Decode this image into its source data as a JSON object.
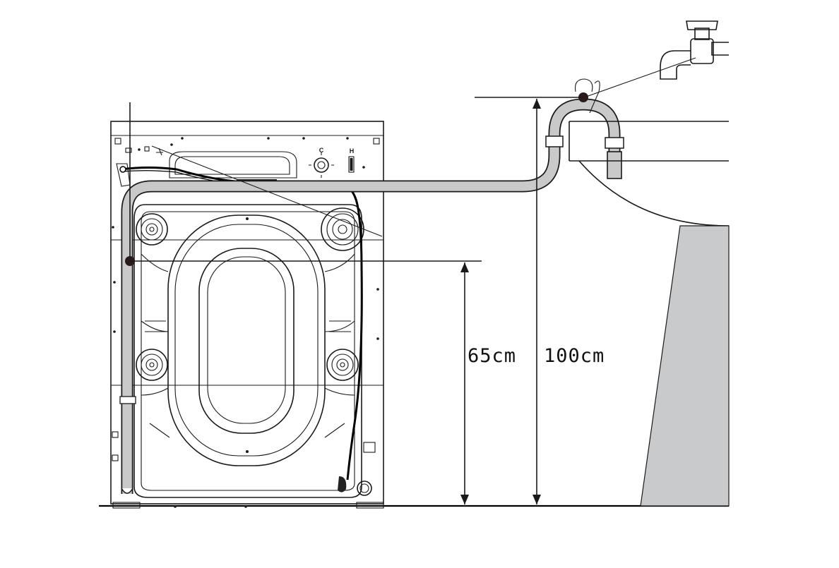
{
  "diagram": {
    "dimensions": {
      "standpipe_height": "65cm",
      "sink_height": "100cm"
    },
    "back_panel_labels": {
      "cold_inlet": "C",
      "hot_inlet": "H"
    },
    "colors": {
      "line": "#1a1a1a",
      "hose": "#c9c9c9",
      "basin_pedestal": "#c8cacb"
    }
  }
}
